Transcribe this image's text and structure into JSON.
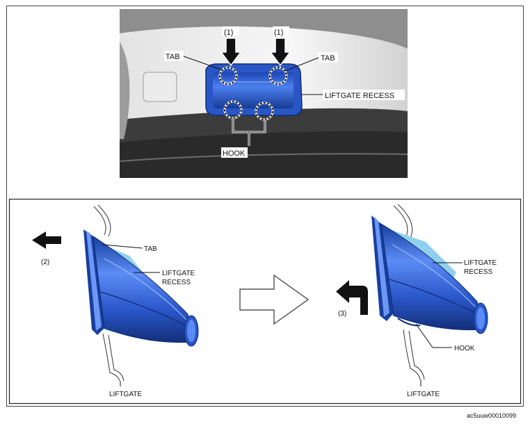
{
  "top_panel": {
    "callouts": {
      "step_left": "(1)",
      "step_right": "(1)",
      "tab_left": "TAB",
      "tab_right": "TAB",
      "recess": "LIFTGATE RECESS",
      "hook": "HOOK"
    }
  },
  "bottom_panel": {
    "left_view": {
      "step": "(2)",
      "tab": "TAB",
      "recess_line1": "LIFTGATE",
      "recess_line2": "RECESS",
      "liftgate": "LIFTGATE"
    },
    "right_view": {
      "step": "(3)",
      "recess_line1": "LIFTGATE",
      "recess_line2": "RECESS",
      "hook": "HOOK",
      "liftgate": "LIFTGATE"
    }
  },
  "figure_id": "ac5uuw00010099",
  "colors": {
    "part_blue": "#2f5fd0",
    "part_dark": "#143a8c",
    "part_light": "#7fa6ff",
    "cyan_recess": "#8fd0ee",
    "photo_gray": "#c9c9c9"
  }
}
